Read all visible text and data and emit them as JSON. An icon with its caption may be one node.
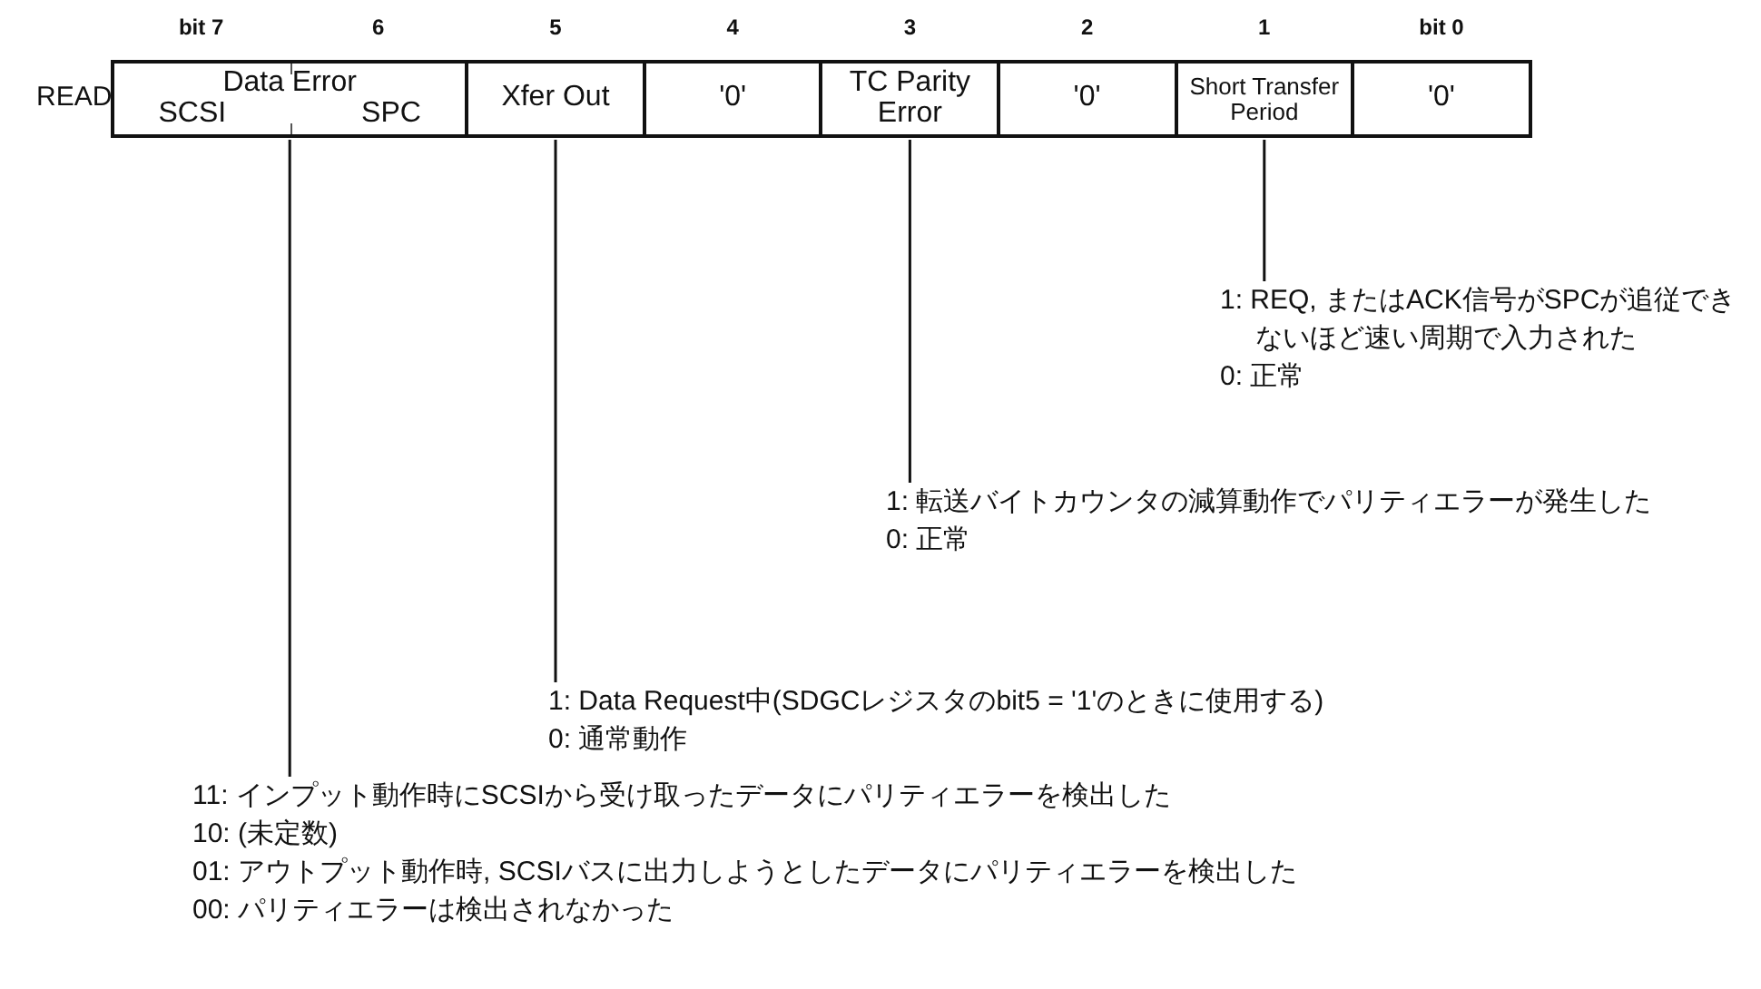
{
  "diagram": {
    "nodes": [
      {
        "text": [
          "Data Error",
          "SCSI SPC"
        ]
      },
      {
        "text": [
          "Xfer Out"
        ]
      },
      {
        "text": [
          "'0'"
        ]
      },
      {
        "text": [
          "TC Parity Error"
        ]
      },
      {
        "text": [
          "'0'"
        ]
      },
      {
        "text": [
          "Short Transfer Period"
        ]
      },
      {
        "text": [
          "'0'"
        ]
      },
      {
        "text": [
          "1: REQ, またはACK信号がSPCが追従できないほど速い周期で入力された",
          "0: 正常"
        ]
      },
      {
        "text": [
          "1: 転送バイトカウンタの減算動作でパリティエラーが発生した",
          "0: 正常"
        ]
      },
      {
        "text": [
          "1: Data Request中(SDGCレジスタのbit5 = '1'のときに使用する)",
          "0: 通常動作"
        ]
      },
      {
        "text": [
          "11: インプット動作時にSCSIから受け取ったデータにパリティエラーを検出した",
          "10: (未定数)",
          "01: アウトプット動作時, SCSIバスに出力しようとしたデータにパリティエラーを検出した",
          "00: パリティエラーは検出されなかった"
        ]
      }
    ],
    "edges": [
      {
        "from": 5,
        "to": 7,
        "arrow": "none"
      },
      {
        "from": 3,
        "to": 8,
        "arrow": "none"
      },
      {
        "from": 1,
        "to": 9,
        "arrow": "none"
      },
      {
        "from": 0,
        "to": 10,
        "arrow": "none"
      }
    ],
    "labels": [
      "bit 7",
      "6",
      "5",
      "4",
      "3",
      "2",
      "1",
      "bit 0",
      "READ"
    ]
  }
}
